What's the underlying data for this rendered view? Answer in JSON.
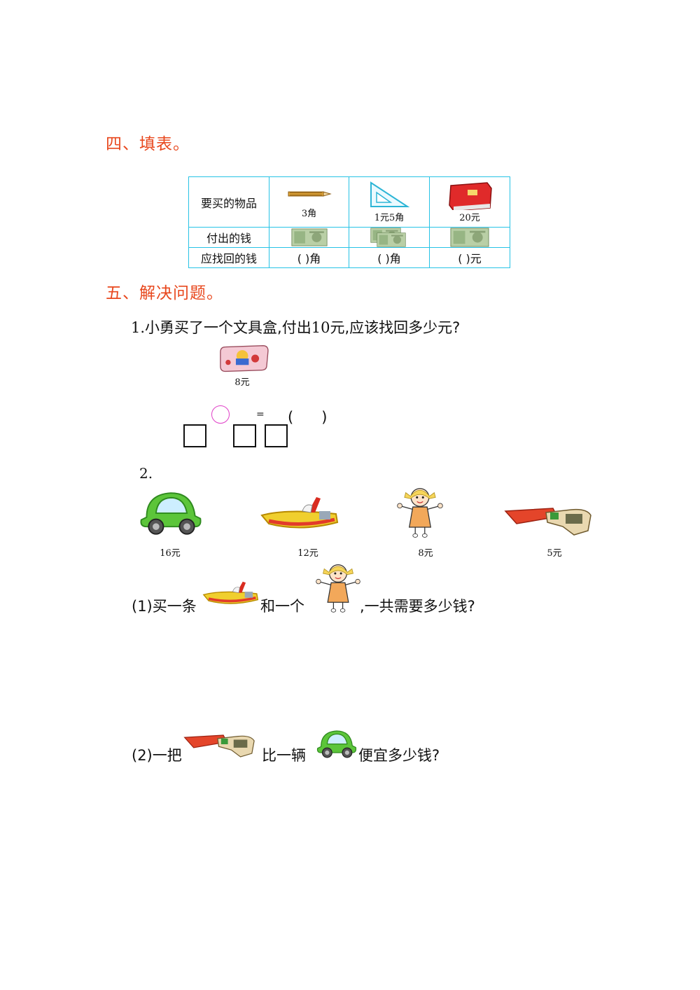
{
  "section4": {
    "title": "四、填表。"
  },
  "table": {
    "row_labels": [
      "要买的物品",
      "付出的钱",
      "应找回的钱"
    ],
    "items": [
      {
        "icon": "pencil-icon",
        "price": "3角"
      },
      {
        "icon": "triangle-ruler-icon",
        "price": "1元5角"
      },
      {
        "icon": "book-icon",
        "price": "20元"
      }
    ],
    "paid_icons": [
      "banknote-1-yuan-icon",
      "banknote-2-yuan-icon",
      "banknote-50-yuan-icon"
    ],
    "answers": [
      "(      )角",
      "(      )角",
      "(      )元"
    ]
  },
  "section5": {
    "title": "五、解决问题。"
  },
  "q1": {
    "number": "1.",
    "text": "小勇买了一个文具盒,付出",
    "amount": "10",
    "text_end": "元,应该找回多少元?",
    "item_price": "8元",
    "equals": "=",
    "answer_paren": "(      )"
  },
  "q2": {
    "number": "2.",
    "toys": [
      {
        "icon": "car-icon",
        "price": "16元"
      },
      {
        "icon": "boat-icon",
        "price": "12元"
      },
      {
        "icon": "doll-icon",
        "price": "8元"
      },
      {
        "icon": "toy-gun-icon",
        "price": "5元"
      }
    ],
    "sub1": {
      "prefix": "(1)买一条",
      "middle": "和一个",
      "suffix": ",一共需要多少钱?"
    },
    "sub2": {
      "prefix": "(2)一把",
      "middle": "比一辆",
      "suffix": "便宜多少钱?"
    }
  },
  "colors": {
    "section_title": "#e8481e",
    "table_border": "#27c3e6",
    "operator_circle": "#e040c8"
  }
}
